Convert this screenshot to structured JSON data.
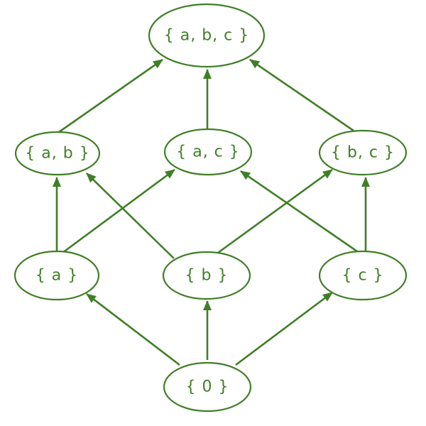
{
  "colors": {
    "stroke": "#3f7f25",
    "fill": "#ffffff"
  },
  "nodes": {
    "abc": {
      "label": "{ a, b, c }"
    },
    "ab": {
      "label": "{ a, b }"
    },
    "ac": {
      "label": "{ a, c }"
    },
    "bc": {
      "label": "{ b, c }"
    },
    "a": {
      "label": "{ a }"
    },
    "b": {
      "label": "{ b }"
    },
    "c": {
      "label": "{ c }"
    },
    "empty": {
      "label": "{ 0 }"
    }
  },
  "edges": [
    {
      "from": "ab",
      "to": "abc"
    },
    {
      "from": "ac",
      "to": "abc"
    },
    {
      "from": "bc",
      "to": "abc"
    },
    {
      "from": "a",
      "to": "ab"
    },
    {
      "from": "a",
      "to": "ac"
    },
    {
      "from": "b",
      "to": "ab"
    },
    {
      "from": "b",
      "to": "bc"
    },
    {
      "from": "c",
      "to": "ac"
    },
    {
      "from": "c",
      "to": "bc"
    },
    {
      "from": "empty",
      "to": "a"
    },
    {
      "from": "empty",
      "to": "b"
    },
    {
      "from": "empty",
      "to": "c"
    }
  ]
}
